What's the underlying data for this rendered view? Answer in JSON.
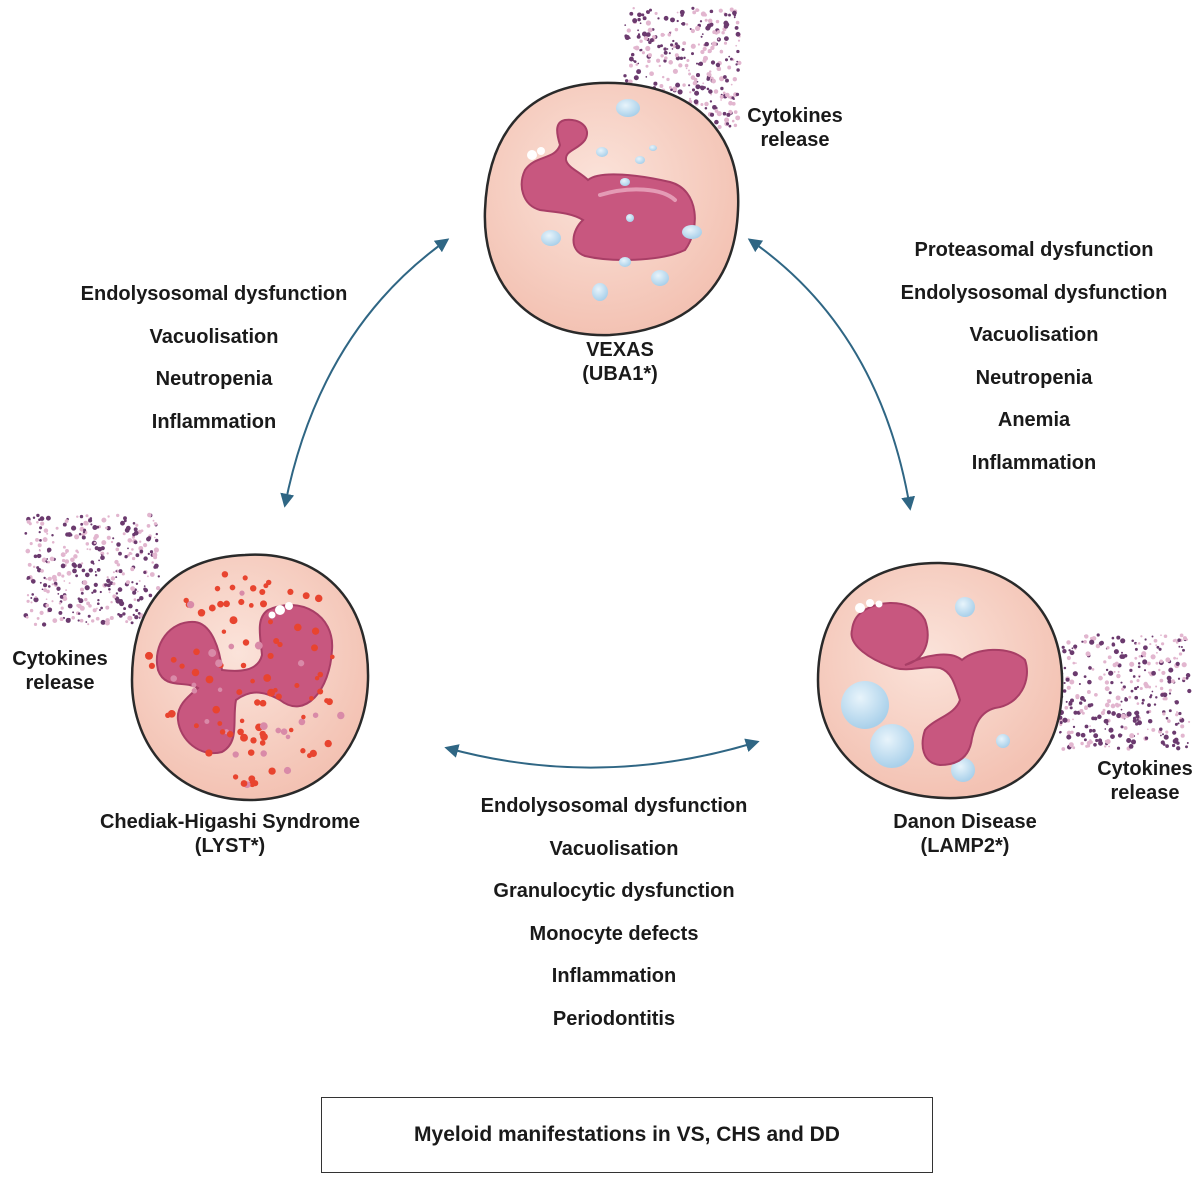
{
  "cells": {
    "vexas": {
      "name": "VEXAS",
      "gene": "(UBA1*)",
      "cytokines": [
        "Cytokines",
        "release"
      ]
    },
    "chs": {
      "name": "Chediak-Higashi Syndrome",
      "gene": "(LYST*)",
      "cytokines": [
        "Cytokines",
        "release"
      ]
    },
    "danon": {
      "name": "Danon Disease",
      "gene": "(LAMP2*)",
      "cytokines": [
        "Cytokines",
        "release"
      ]
    }
  },
  "shared_features": {
    "vexas_chs": [
      "Endolysosomal dysfunction",
      "Vacuolisation",
      "Neutropenia",
      "Inflammation"
    ],
    "vexas_danon": [
      "Proteasomal dysfunction",
      "Endolysosomal dysfunction",
      "Vacuolisation",
      "Neutropenia",
      "Anemia",
      "Inflammation"
    ],
    "chs_danon": [
      "Endolysosomal dysfunction",
      "Vacuolisation",
      "Granulocytic dysfunction",
      "Monocyte defects",
      "Inflammation",
      "Periodontitis"
    ]
  },
  "title": "Myeloid manifestations in VS, CHS and DD",
  "colors": {
    "cell_fill": "#f7d4c8",
    "cell_outline": "#2a2a2a",
    "nucleus": "#c8577f",
    "nucleus_dark": "#a83e66",
    "vacuole": "#c9e4f3",
    "granule_red": "#e8442f",
    "granule_pink": "#d98aa8",
    "arrow": "#2f6684",
    "cytokine_dark": "#6b3a6e",
    "cytokine_light": "#e2b6cf"
  }
}
